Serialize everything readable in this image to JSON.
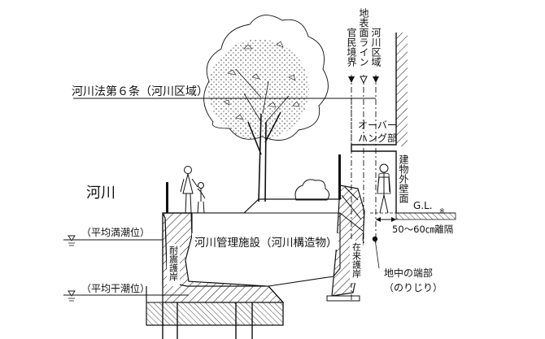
{
  "labels": {
    "article": "河川法第６条（河川区域）",
    "river": "河川",
    "avg_high": "（平均満潮位）",
    "avg_low": "（平均干潮位）",
    "facility": "河川管理施設（河川構造物）",
    "seawall": "耐震護岸",
    "existing": "在来護岸",
    "toe_top": "地中の端部",
    "toe_bottom": "（のりじり）",
    "gl": "G.L.",
    "gl_sub": "※",
    "gap": "50～60㎝離隔",
    "overhang_1": "オーバー",
    "overhang_2": "ハング部",
    "wall": "建物外壁面",
    "col_boundary": "官民境界",
    "col_ground": "地表面ライン",
    "col_river_area": "河川区域"
  },
  "colors": {
    "line": "#111111",
    "background": "#ffffff"
  },
  "icons": [
    "tree-illustration",
    "shrub-illustration",
    "person-illustration",
    "water-level-triangle-icon",
    "boundary-marker-icon"
  ]
}
